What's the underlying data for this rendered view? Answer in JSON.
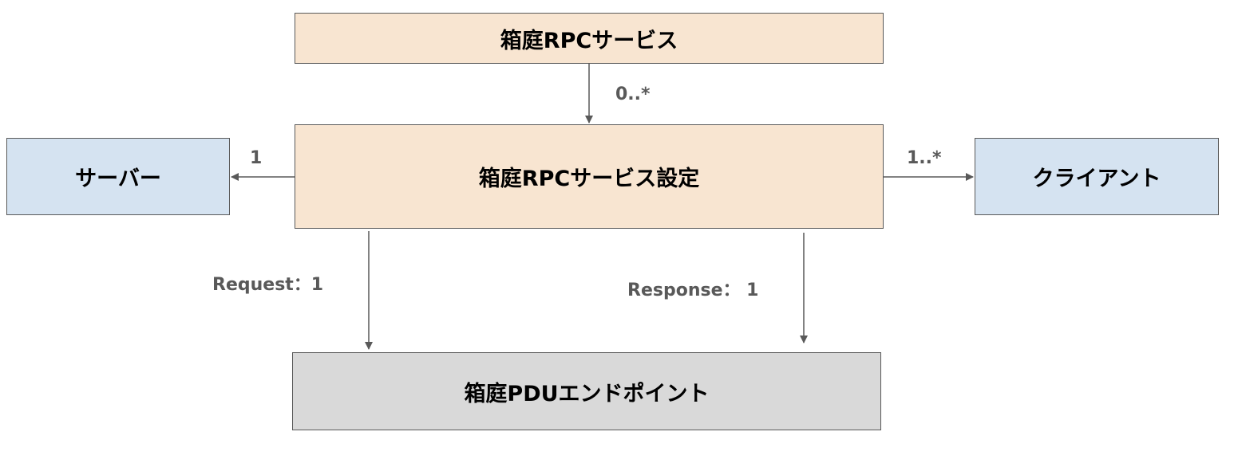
{
  "colors": {
    "peach_fill": "#f8e5d1",
    "blue_fill": "#d5e3f1",
    "gray_fill": "#d9d9d9",
    "border": "#595959",
    "label_text": "#595959"
  },
  "nodes": {
    "rpc_service": {
      "label": "箱庭RPCサービス"
    },
    "rpc_service_config": {
      "label": "箱庭RPCサービス設定"
    },
    "server": {
      "label": "サーバー"
    },
    "client": {
      "label": "クライアント"
    },
    "pdu_endpoint": {
      "label": "箱庭PDUエンドポイント"
    }
  },
  "edges": [
    {
      "from": "rpc_service",
      "to": "rpc_service_config",
      "label": "0..*"
    },
    {
      "from": "rpc_service_config",
      "to": "server",
      "label": "1"
    },
    {
      "from": "rpc_service_config",
      "to": "client",
      "label": "1..*"
    },
    {
      "from": "rpc_service_config",
      "to": "pdu_endpoint",
      "label": "Request：1"
    },
    {
      "from": "rpc_service_config",
      "to": "pdu_endpoint",
      "label": "Response： 1"
    }
  ]
}
